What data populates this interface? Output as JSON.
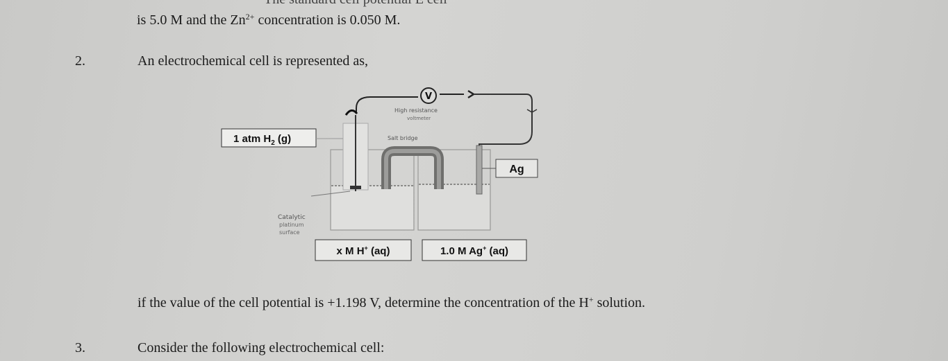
{
  "page": {
    "top_cut_text": "The standard cell potential E cell",
    "line1": {
      "before": "is 5.0 M and the Zn",
      "sup": "2+",
      "after": " concentration is 0.050 M."
    },
    "q2": {
      "number": "2.",
      "text": "An electrochemical cell is represented as,"
    },
    "q2_followup": {
      "before": "if the value of the cell potential is +1.198 V, determine the concentration of the H",
      "sup": "+",
      "after": " solution."
    },
    "q3": {
      "number": "3.",
      "text": "Consider the following electrochemical cell:"
    }
  },
  "diagram": {
    "voltmeter_symbol": "V",
    "voltmeter_label_1": "High resistance",
    "voltmeter_label_2": "voltmeter",
    "h2_label": "1 atm H",
    "h2_sub": "2",
    "h2_state": " (g)",
    "salt_bridge_label": "Salt bridge",
    "ag_label": "Ag",
    "catalytic_label_1": "Catalytic",
    "catalytic_label_2": "platinum",
    "catalytic_label_3": "surface",
    "left_solution": "x M H",
    "left_solution_sup": "+",
    "left_solution_state": " (aq)",
    "right_solution": "1.0 M Ag",
    "right_solution_sup": "+",
    "right_solution_state": " (aq)"
  }
}
